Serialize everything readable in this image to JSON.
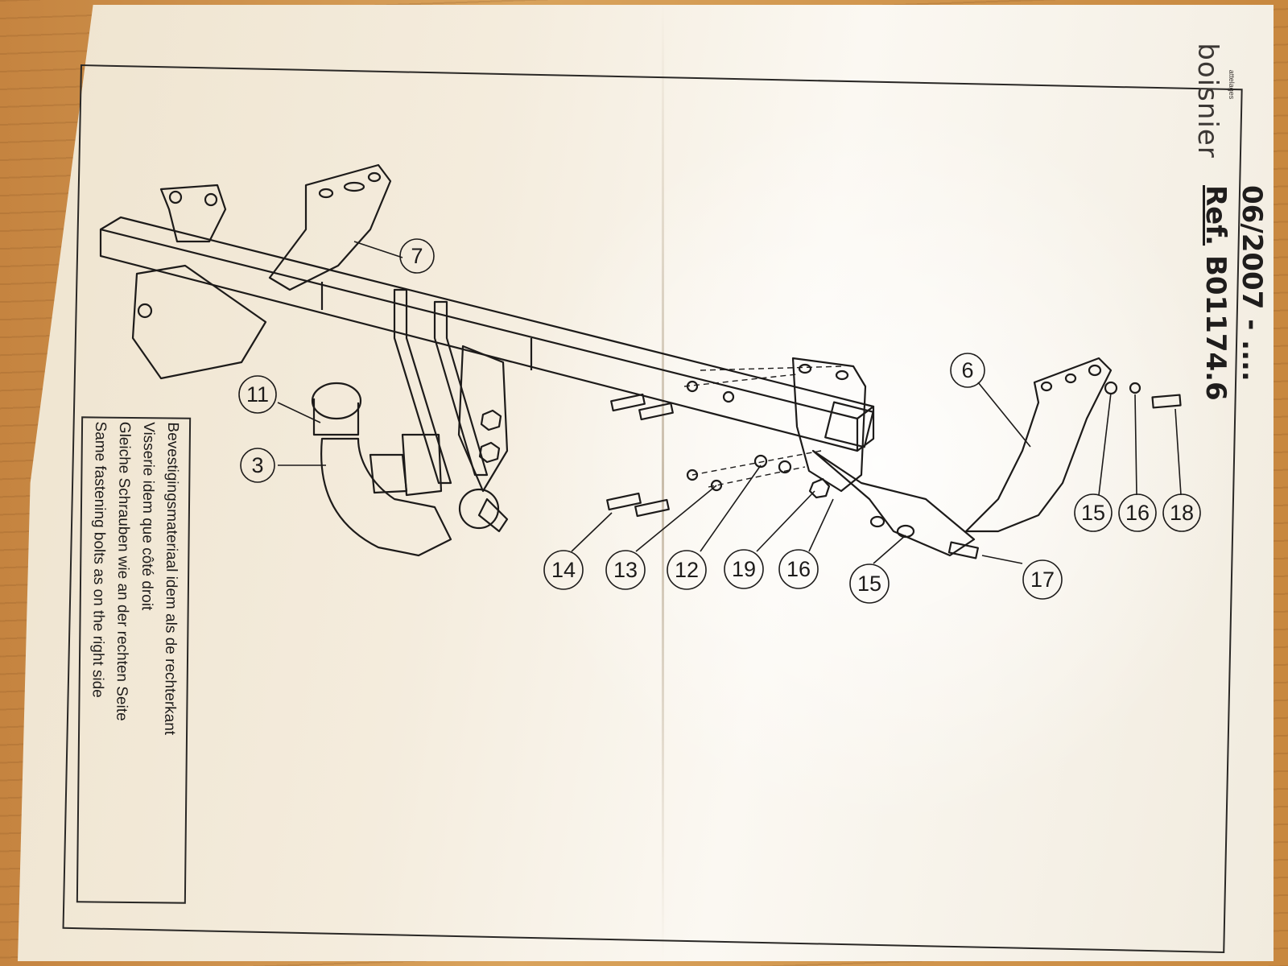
{
  "header": {
    "brand": "boisnier",
    "brand_sub": "attelages",
    "date_range": "06/2007 - ....",
    "ref_label": "Ref.",
    "ref_number": "B01174.6"
  },
  "note": {
    "lines": [
      "Bevestigingsmateriaal idem als de rechterkant",
      "Visserie idem que côté droit",
      "Gleiche Schrauben wie an der rechten Seite",
      "Same fastening bolts as on the right side"
    ]
  },
  "callouts": [
    "7",
    "11",
    "3",
    "6",
    "14",
    "13",
    "12",
    "19",
    "16",
    "15",
    "17",
    "15",
    "16",
    "18"
  ]
}
